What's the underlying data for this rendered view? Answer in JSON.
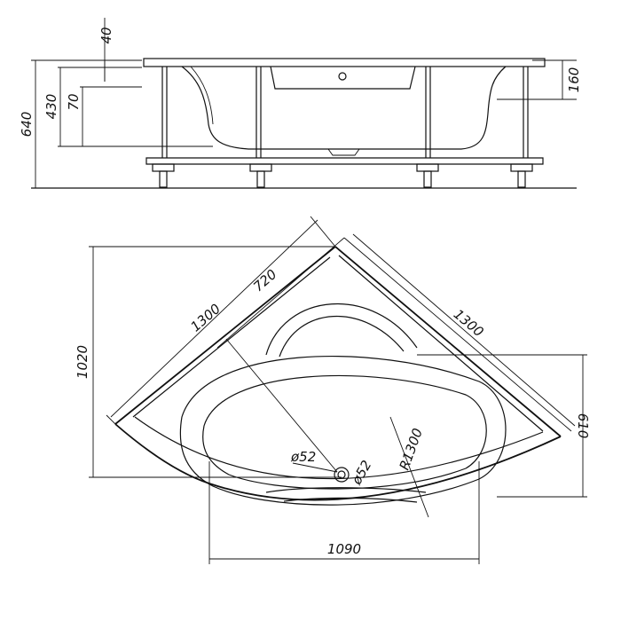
{
  "side_view": {
    "dims": {
      "rim_thickness": "40",
      "apron_height": "430",
      "bottom_offset": "70",
      "total_height": "640",
      "depth": "160"
    }
  },
  "top_view": {
    "dims": {
      "side_a": "1300",
      "side_b": "1300",
      "inner": "720",
      "overall_height": "1020",
      "basin_height": "610",
      "overall_width": "1090",
      "radius": "R1300",
      "drain_a": "ø52",
      "drain_b": "ø52"
    }
  }
}
